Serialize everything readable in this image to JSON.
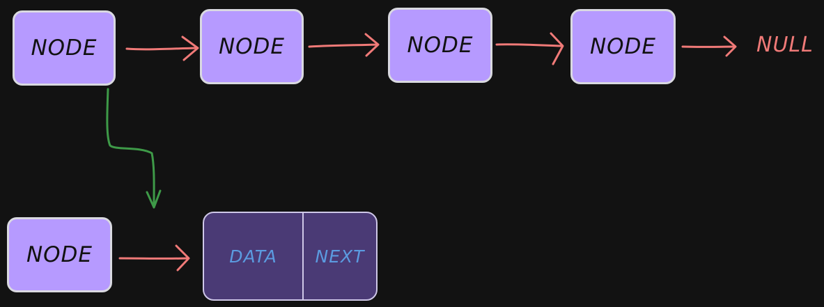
{
  "colors": {
    "background": "#121212",
    "node_fill": "#b69aff",
    "node_border": "#d9d9e0",
    "node_text": "#111111",
    "arrow_red": "#f07a78",
    "arrow_green": "#3e9a48",
    "null_text": "#f07a78",
    "struct_fill": "#4a3a75",
    "struct_text": "#5b9be0"
  },
  "nodes": [
    {
      "label": "NODE"
    },
    {
      "label": "NODE"
    },
    {
      "label": "NODE"
    },
    {
      "label": "NODE"
    },
    {
      "label": "NODE"
    }
  ],
  "terminal": {
    "label": "NULL"
  },
  "node_struct": {
    "data_label": "DATA",
    "next_label": "NEXT"
  }
}
